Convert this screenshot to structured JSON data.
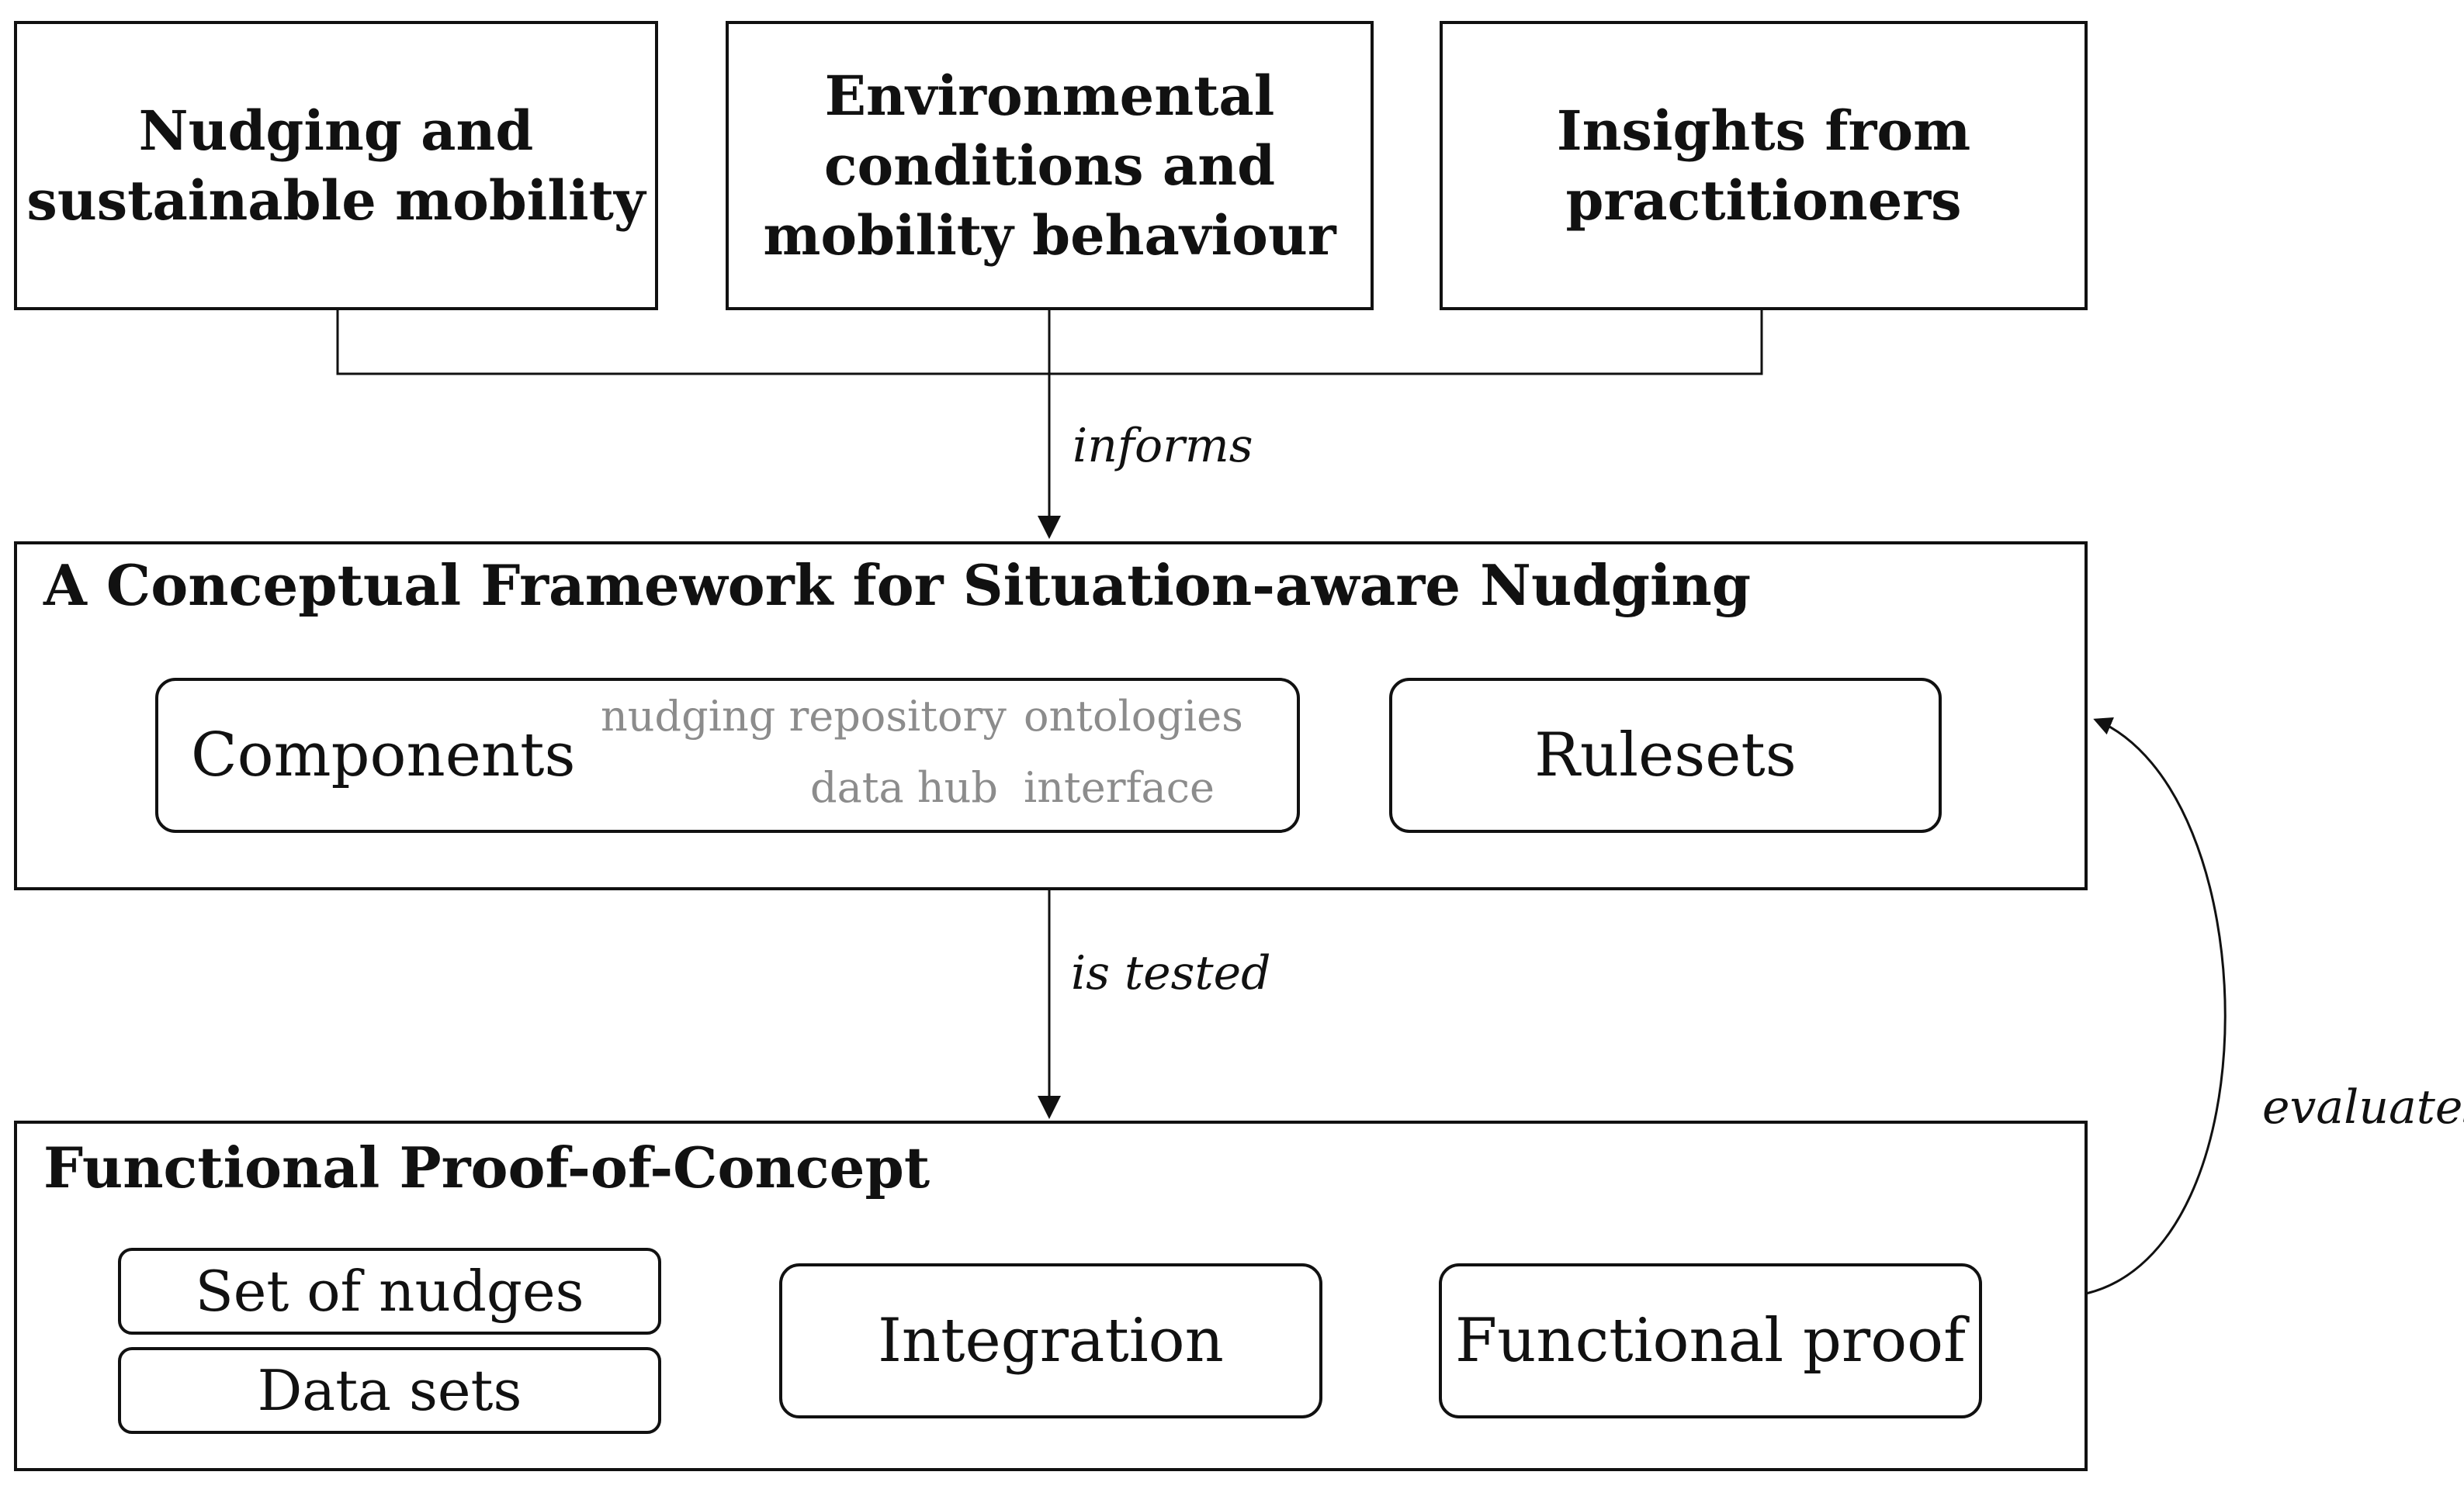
{
  "top_boxes": [
    {
      "text": "Nudging and\nsustainable mobility"
    },
    {
      "text": "Environmental\nconditions and\nmobility behaviour"
    },
    {
      "text": "Insights from\npractitioners"
    }
  ],
  "framework": {
    "title": "A Conceptual Framework for Situation-aware Nudging",
    "components": {
      "label": "Components",
      "items": [
        "nudging repository",
        "ontologies",
        "data hub",
        "interface"
      ]
    },
    "rulesets": {
      "label": "Rulesets"
    }
  },
  "proof": {
    "title": "Functional Proof-of-Concept",
    "set_of_nudges": "Set of nudges",
    "data_sets": "Data sets",
    "integration": "Integration",
    "functional_proof": "Functional proof"
  },
  "edges": {
    "informs": "informs",
    "is_tested": "is tested",
    "evaluates": "evaluates"
  }
}
